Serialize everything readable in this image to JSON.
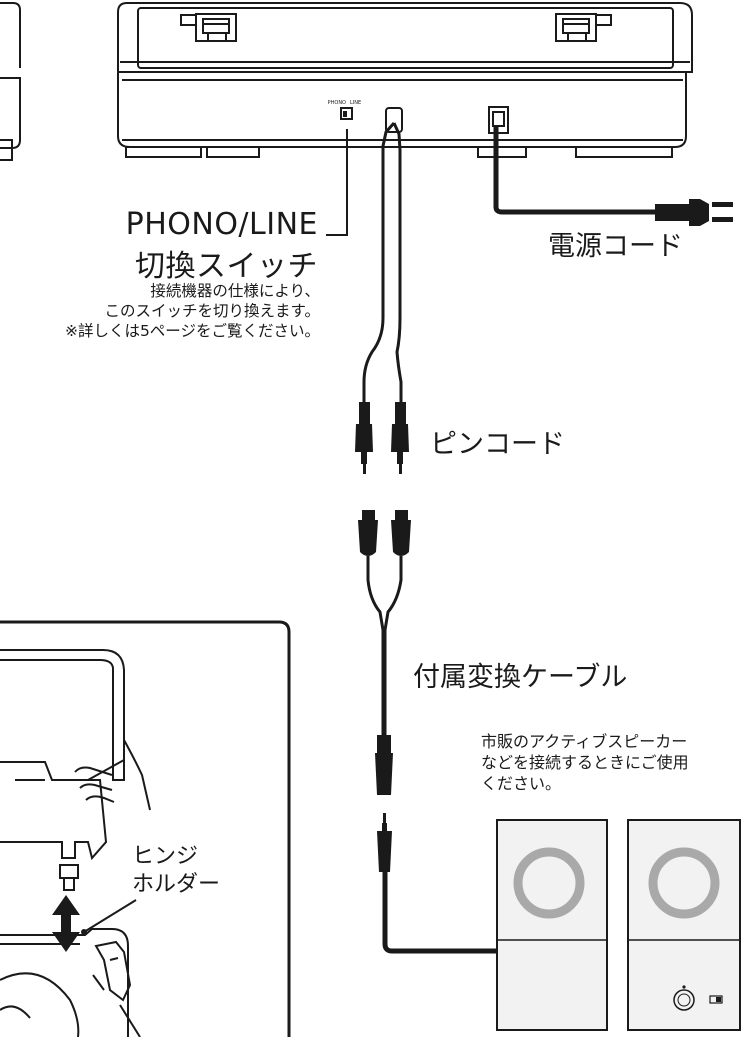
{
  "labels": {
    "switch_title_line1": "PHONO/LINE",
    "switch_title_line2": "切換スイッチ",
    "switch_note_line1": "接続機器の仕様により、",
    "switch_note_line2": "このスイッチを切り換えます。",
    "switch_note_line3": "※詳しくは5ページをご覧ください。",
    "power_cord": "電源コード",
    "pin_cord": "ピンコード",
    "adapter_cable": "付属変換ケーブル",
    "speaker_note_line1": "市販のアクティブスピーカー",
    "speaker_note_line2": "などを接続するときにご使用",
    "speaker_note_line3": "ください。",
    "hinge_line1": "ヒンジ",
    "hinge_line2": "ホルダー",
    "switch_tiny_left": "PHONO",
    "switch_tiny_right": "LINE"
  },
  "colors": {
    "line": "#1a1a1a",
    "speaker_face": "#f2f2f2",
    "speaker_ring": "#a9a9a9"
  }
}
